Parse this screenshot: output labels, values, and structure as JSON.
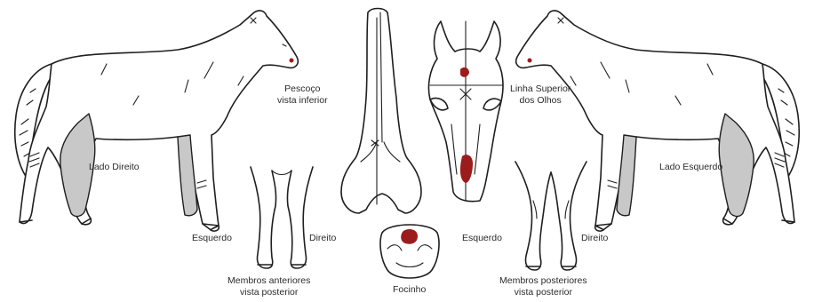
{
  "labels": {
    "lado_direito": "Lado Direito",
    "lado_esquerdo": "Lado Esquerdo",
    "pescoco_line1": "Pescoço",
    "pescoco_line2": "vista inferior",
    "linha_line1": "Linha Superior",
    "linha_line2": "dos Olhos",
    "esquerdo_front": "Esquerdo",
    "direito_front": "Direito",
    "esquerdo_rear": "Esquerdo",
    "direito_rear": "Direito",
    "anteriores_line1": "Membros anteriores",
    "anteriores_line2": "vista posterior",
    "posteriores_line1": "Membros posteriores",
    "posteriores_line2": "vista posterior",
    "focinho": "Focinho"
  },
  "colors": {
    "outline": "#1f1f1f",
    "marking_fill": "#c8c8c8",
    "identification_mark": "#9b1c1c",
    "text": "#2b2b2b"
  }
}
